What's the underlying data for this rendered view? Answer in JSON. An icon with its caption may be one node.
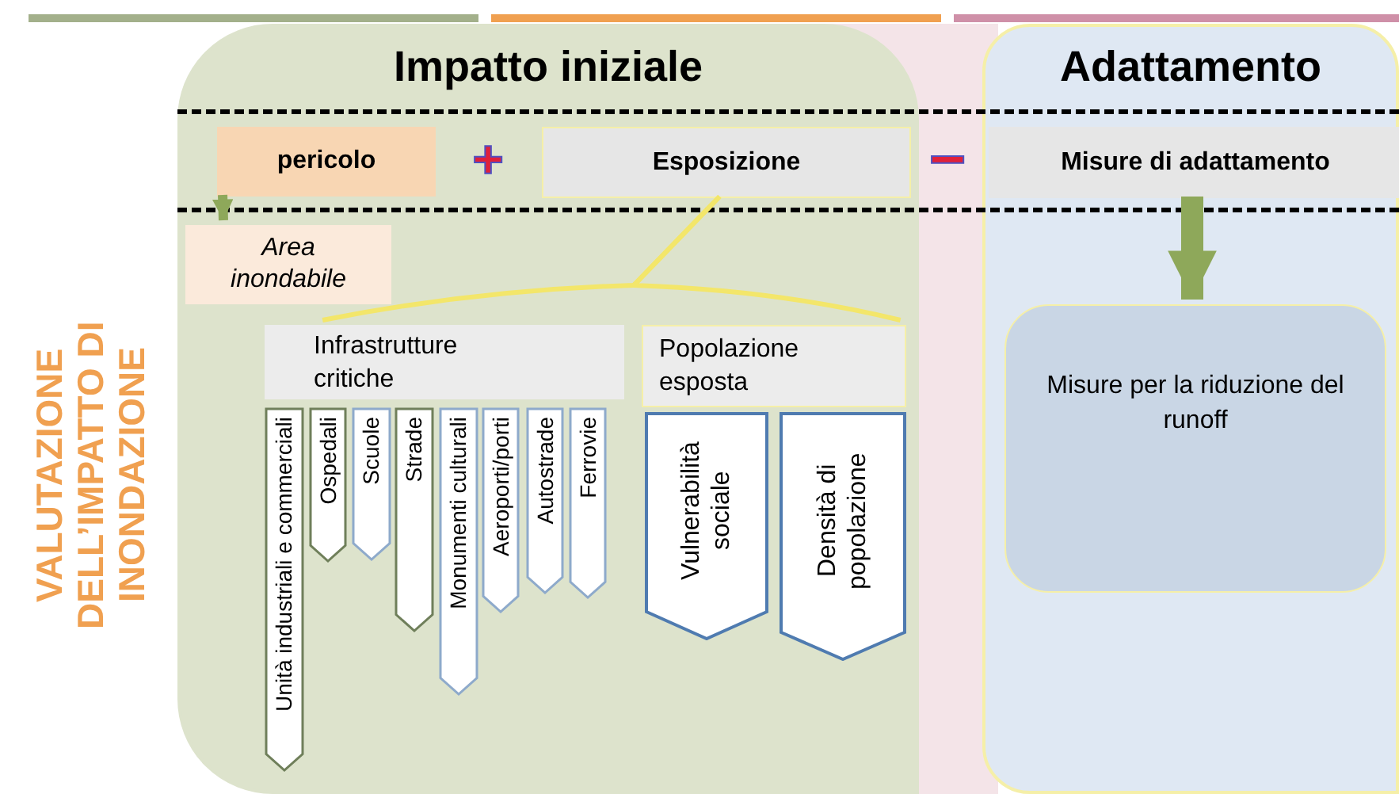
{
  "diagram": {
    "nodes": [
      {
        "text": [
          "Impatto iniziale"
        ]
      },
      {
        "text": [
          "Adattamento"
        ]
      },
      {
        "text": [
          "pericolo"
        ],
        "in": 0
      },
      {
        "text": [
          "Esposizione"
        ],
        "in": 0
      },
      {
        "text": [
          "Misure di adattamento"
        ],
        "in": 1
      },
      {
        "text": [
          "Area inondabile"
        ],
        "in": 0
      },
      {
        "text": [
          "Infrastrutture critiche"
        ],
        "in": 0
      },
      {
        "text": [
          "Popolazione esposta"
        ],
        "in": 0
      },
      {
        "text": [
          "Unità industriali e commerciali"
        ],
        "in": 0
      },
      {
        "text": [
          "Ospedali"
        ],
        "in": 0
      },
      {
        "text": [
          "Scuole"
        ],
        "in": 0
      },
      {
        "text": [
          "Strade"
        ],
        "in": 0
      },
      {
        "text": [
          "Monumenti culturali"
        ],
        "in": 0
      },
      {
        "text": [
          "Aeroporti/porti"
        ],
        "in": 0
      },
      {
        "text": [
          "Autostrade"
        ],
        "in": 0
      },
      {
        "text": [
          "Ferrovie"
        ],
        "in": 0
      },
      {
        "text": [
          "Vulnerabilità sociale"
        ],
        "in": 0
      },
      {
        "text": [
          "Densità di popolazione"
        ],
        "in": 0
      },
      {
        "text": [
          "Misure per la riduzione del runoff"
        ],
        "in": 1
      }
    ],
    "edges": [
      {
        "from": 2,
        "to": 5,
        "arrow": "to",
        "style": "thick",
        "color": "#8ea85a"
      },
      {
        "from": 3,
        "to": 6,
        "arrow": "none",
        "color": "#f3e66a"
      },
      {
        "from": 3,
        "to": 7,
        "arrow": "none",
        "color": "#f3e66a"
      },
      {
        "from": 4,
        "to": 18,
        "arrow": "to",
        "style": "thick",
        "color": "#8ea85a"
      }
    ],
    "labels": [
      "VALUTAZIONE DELL’IMPATTO DI INONDAZIONE",
      "+",
      "−"
    ]
  }
}
